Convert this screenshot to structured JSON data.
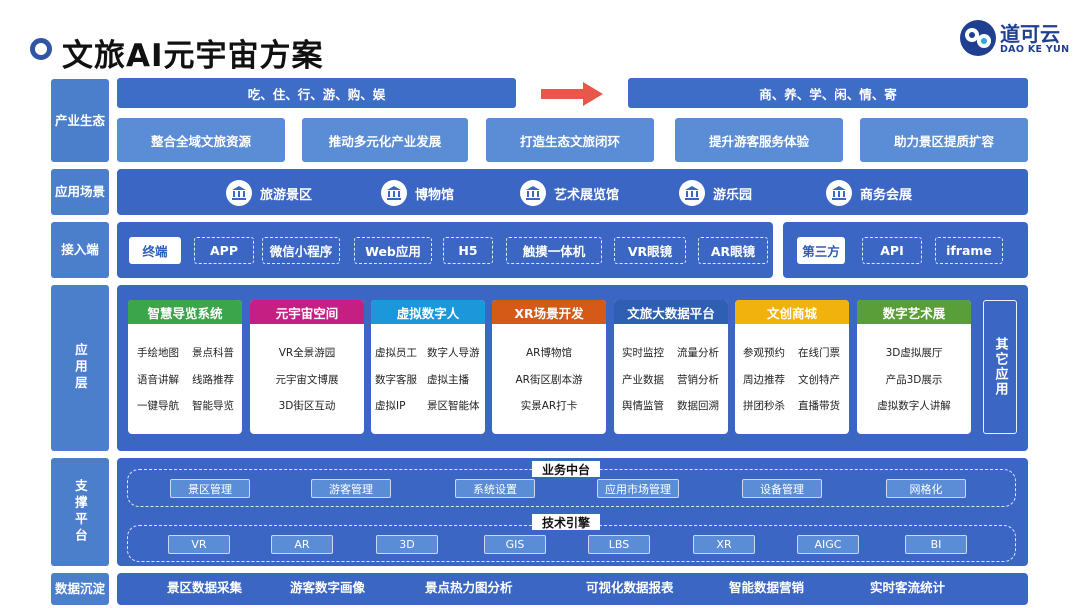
{
  "header": {
    "title": "文旅AI元宇宙方案",
    "logo_cn": "道可云",
    "logo_en": "DAO KE YUN"
  },
  "rows": {
    "ecology": "产业生态",
    "scenes": "应用场景",
    "access": "接入端",
    "apps": "应用层",
    "support": "支撑平台",
    "data": "数据沉淀"
  },
  "ecology": {
    "left_bar": "吃、住、行、游、购、娱",
    "right_bar": "商、养、学、闲、情、寄",
    "cards": [
      "整合全域文旅资源",
      "推动多元化产业发展",
      "打造生态文旅闭环",
      "提升游客服务体验",
      "助力景区提质扩容"
    ]
  },
  "scenes": [
    {
      "label": "旅游景区",
      "icon": "museum-building-icon"
    },
    {
      "label": "博物馆",
      "icon": "museum-building-icon"
    },
    {
      "label": "艺术展览馆",
      "icon": "museum-building-icon"
    },
    {
      "label": "游乐园",
      "icon": "museum-building-icon"
    },
    {
      "label": "商务会展",
      "icon": "museum-building-icon"
    }
  ],
  "access": {
    "terminal": "终端",
    "terminals": [
      "APP",
      "微信小程序",
      "Web应用",
      "H5",
      "触摸一体机",
      "VR眼镜",
      "AR眼镜"
    ],
    "third_party": "第三方",
    "third_parties": [
      "API",
      "iframe"
    ]
  },
  "apps": {
    "cards": [
      {
        "title": "智慧导览系统",
        "color": "#3aa54a",
        "items": [
          "手绘地图",
          "景点科普",
          "语音讲解",
          "线路推荐",
          "一键导航",
          "智能导览"
        ]
      },
      {
        "title": "元宇宙空间",
        "color": "#c51f83",
        "items": [
          "VR全景游园",
          "元宇宙文博展",
          "3D街区互动"
        ]
      },
      {
        "title": "虚拟数字人",
        "color": "#1c97d9",
        "items": [
          "虚拟员工",
          "数字人导游",
          "数字客服",
          "虚拟主播",
          "虚拟IP",
          "景区智能体"
        ]
      },
      {
        "title": "XR场景开发",
        "color": "#d65a17",
        "items": [
          "AR博物馆",
          "AR街区剧本游",
          "实景AR打卡"
        ]
      },
      {
        "title": "文旅大数据平台",
        "color": "#2f5fb3",
        "items": [
          "实时监控",
          "流量分析",
          "产业数据",
          "营销分析",
          "舆情监管",
          "数据回溯"
        ]
      },
      {
        "title": "文创商城",
        "color": "#f2b20e",
        "items": [
          "参观预约",
          "在线门票",
          "周边推荐",
          "文创特产",
          "拼团秒杀",
          "直播带货"
        ]
      },
      {
        "title": "数字艺术展",
        "color": "#5a9e3a",
        "items": [
          "3D虚拟展厅",
          "产品3D展示",
          "虚拟数字人讲解"
        ]
      }
    ],
    "other": "其它应用"
  },
  "support": {
    "business_title": "业务中台",
    "business": [
      "景区管理",
      "游客管理",
      "系统设置",
      "应用市场管理",
      "设备管理",
      "网格化"
    ],
    "tech_title": "技术引擎",
    "tech": [
      "VR",
      "AR",
      "3D",
      "GIS",
      "LBS",
      "XR",
      "AIGC",
      "BI"
    ]
  },
  "data": [
    "景区数据采集",
    "游客数字画像",
    "景点热力图分析",
    "可视化数据报表",
    "智能数据营销",
    "实时客流统计"
  ],
  "colors": {
    "panel": "#3c66c4",
    "label": "#4c7fcb",
    "arrow": "#e8574a"
  }
}
